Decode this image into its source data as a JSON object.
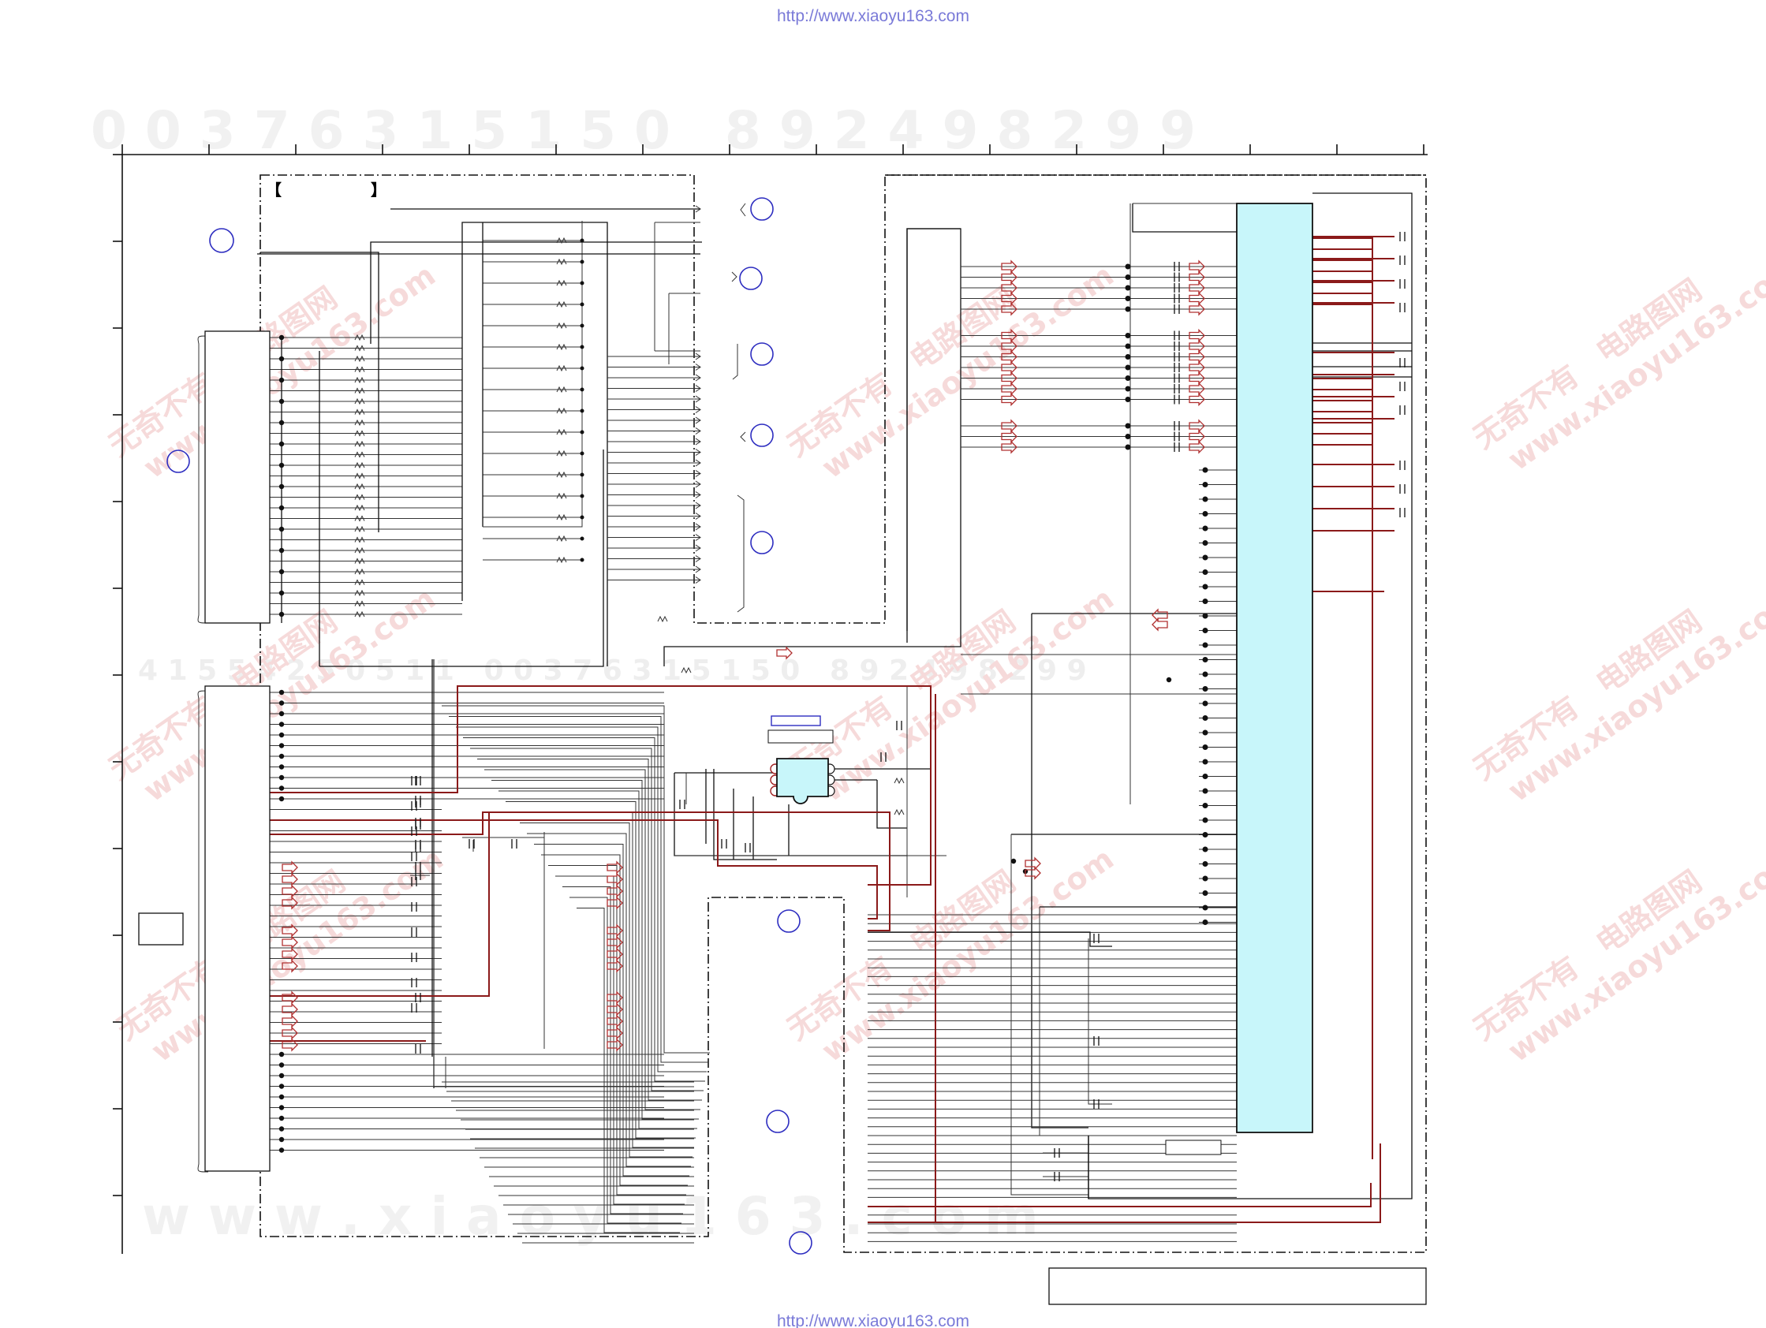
{
  "page": {
    "source_url_top": "http://www.xiaoyu163.com",
    "source_url_bottom": "http://www.xiaoyu163.com"
  },
  "watermarks": {
    "top_digits": "0 0 3 7 6 3 1 5 1 5 0   8 9 2 4 9 8 2 9 9",
    "middle_digits": "4 1 5 5 4 2 5 0 5 1 1   0 0 3 7 6 3 1 5 1 5 0   8 9 2 4 9 8 2 9 9",
    "bottom_site": "w w w . x i a o y u 1 6 3 . c o m",
    "diagonal_cn": "无奇不有",
    "diagonal_cn2": "电路图网",
    "diagonal_site": "www.xiaoyu163.com"
  },
  "colors": {
    "ink": "#111111",
    "signal_red": "#8b1a1a",
    "marker_blue": "#2d2dc0",
    "chip_fill": "#c8f6fa",
    "url_link": "#7a7ad8"
  },
  "blocks": [
    {
      "id": "main-ic",
      "icon": "ic-chip"
    },
    {
      "id": "small-ic",
      "icon": "ic-chip"
    },
    {
      "id": "left-connector-upper",
      "icon": "connector"
    },
    {
      "id": "left-connector-lower",
      "icon": "connector"
    }
  ]
}
